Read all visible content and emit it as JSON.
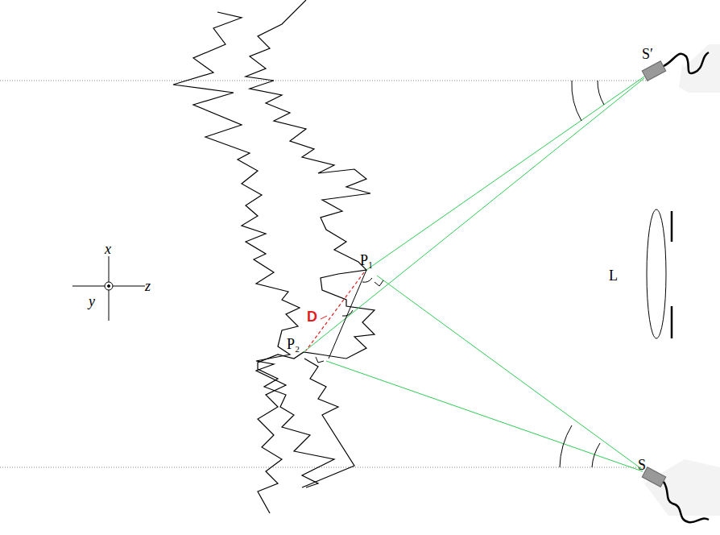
{
  "diagram": {
    "labels": [
      "S′",
      "S",
      "L",
      "P₁",
      "P₂",
      "D",
      "x",
      "y",
      "z"
    ]
  }
}
